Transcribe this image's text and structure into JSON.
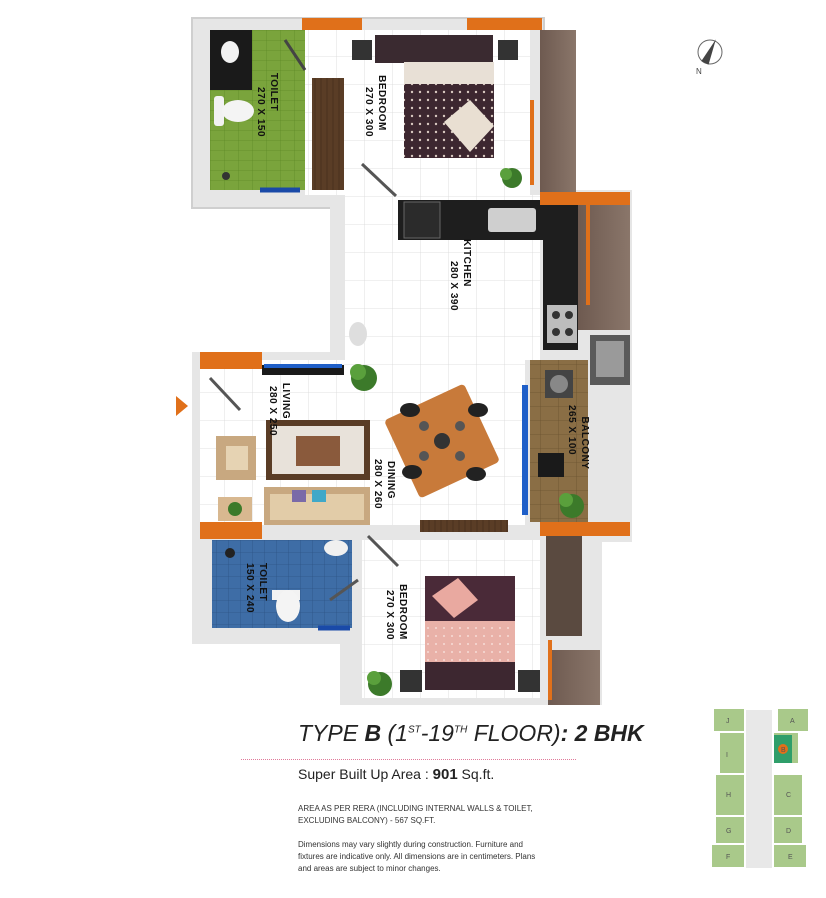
{
  "rooms": {
    "toilet_top": {
      "name": "TOILET",
      "size": "270 X 150"
    },
    "bedroom_top": {
      "name": "BEDROOM",
      "size": "270 X 300"
    },
    "kitchen": {
      "name": "KITCHEN",
      "size": "280 X 390"
    },
    "living": {
      "name": "LIVING",
      "size": "280 X 250"
    },
    "dining": {
      "name": "DINING",
      "size": "280 X 260"
    },
    "balcony": {
      "name": "BALCONY",
      "size": "265 X 100"
    },
    "toilet_bottom": {
      "name": "TOILET",
      "size": "150 X 240"
    },
    "bedroom_bottom": {
      "name": "BEDROOM",
      "size": "270 X 300"
    }
  },
  "compass": {
    "letter": "N"
  },
  "info": {
    "type_prefix": "TYPE",
    "type_letter": "B",
    "floor_open": "(1",
    "floor_sup1": "ST",
    "floor_mid": "-19",
    "floor_sup2": "TH",
    "floor_close": " FLOOR)",
    "bhk": ": 2 BHK",
    "area_label": "Super Built Up Area : ",
    "area_value": "901",
    "area_unit": " Sq.ft.",
    "rera_note": "AREA AS PER RERA (INCLUDING INTERNAL WALLS & TOILET, EXCLUDING BALCONY) - 567 SQ.FT.",
    "disclaimer": "Dimensions may vary slightly during construction. Furniture and fixtures are indicative only. All dimensions are in centimeters. Plans and areas are subject to minor changes."
  },
  "keyplan": {
    "unit_letters": [
      "A",
      "B",
      "C",
      "D",
      "E",
      "F",
      "G",
      "H",
      "I",
      "J"
    ],
    "highlight_letter": "B"
  },
  "colors": {
    "wall_accent": "#e0701a",
    "toilet_top_floor": "#7aa43c",
    "toilet_bottom_floor": "#3e6da6",
    "balcony_floor": "#8a6e45",
    "bed_fabric": "#3d2730",
    "keyplan_green": "#a9c98a",
    "keyplan_highlight": "#2f9e6a"
  }
}
